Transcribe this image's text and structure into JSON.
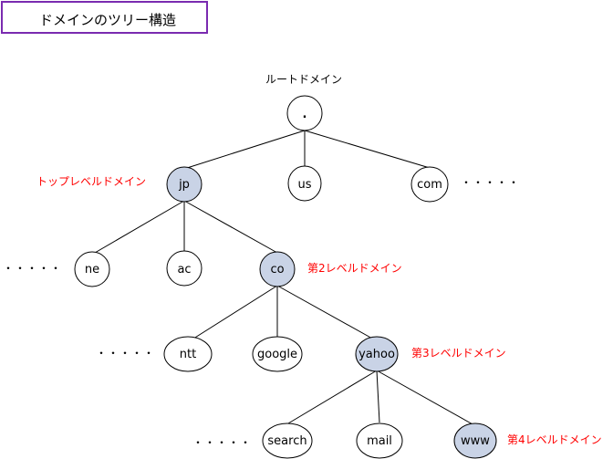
{
  "title": "ドメインのツリー構造",
  "root_label": "ルートドメイン",
  "nodes": {
    "root": ".",
    "jp": "jp",
    "us": "us",
    "com": "com",
    "ne": "ne",
    "ac": "ac",
    "co": "co",
    "ntt": "ntt",
    "google": "google",
    "yahoo": "yahoo",
    "search": "search",
    "mail": "mail",
    "www": "www"
  },
  "level_labels": {
    "top": "トップレベルドメイン",
    "second": "第2レベルドメイン",
    "third": "第3レベルドメイン",
    "fourth": "第4レベルドメイン"
  },
  "ellipsis": "・・・・・",
  "colors": {
    "highlight_fill": "#c9d3e6",
    "label_red": "#ff0000",
    "title_border": "#7a2bb0"
  }
}
